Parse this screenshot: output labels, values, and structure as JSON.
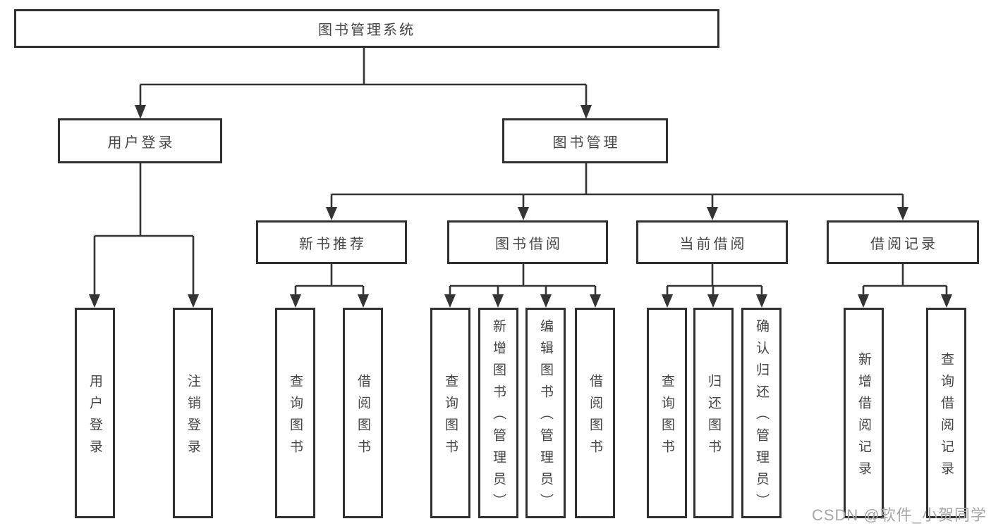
{
  "diagram": {
    "root_label": "图书管理系统",
    "level2": {
      "user_login": "用户登录",
      "book_mgmt": "图书管理"
    },
    "level3": {
      "new_books": "新书推荐",
      "book_borrowing": "图书借阅",
      "current_borrowing": "当前借阅",
      "borrowing_records": "借阅记录"
    },
    "leaves": {
      "user_login_items": [
        "用户登录",
        "注销登录"
      ],
      "new_books_items": [
        "查询图书",
        "借阅图书"
      ],
      "book_borrowing_items": [
        "查询图书",
        "新增图书（管理员）",
        "编辑图书（管理员）",
        "借阅图书"
      ],
      "current_borrowing_items": [
        "查询图书",
        "归还图书",
        "确认归还（管理员）"
      ],
      "borrowing_records_items": [
        "新增借阅记录",
        "查询借阅记录"
      ]
    }
  },
  "watermark": "CSDN @软件_小贺同学",
  "colors": {
    "line": "#343434",
    "box_border": "#303030",
    "text": "#454545",
    "watermark": "#a6a6a6",
    "background": "#ffffff"
  }
}
